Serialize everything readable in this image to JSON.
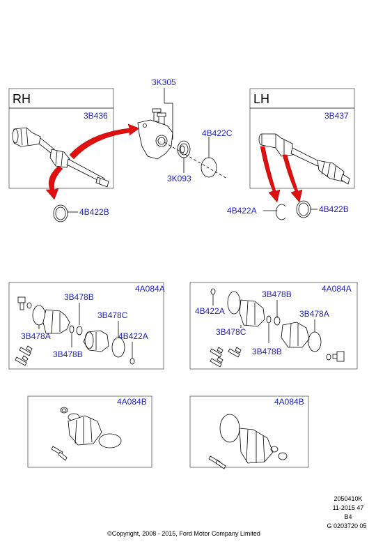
{
  "panels": {
    "rh": {
      "title": "RH",
      "shaft_part": "3B436",
      "ring_part": "4B422B"
    },
    "lh": {
      "title": "LH",
      "shaft_part": "3B437",
      "ring_a_part": "4B422A",
      "ring_b_part": "4B422B"
    },
    "center": {
      "bolt_part": "3K305",
      "bearing_part": "3K093",
      "ring_part": "4B422C"
    },
    "boot_kit_rh": {
      "kit_part": "4A084A",
      "clamp_b_top": "3B478B",
      "clamp_a": "3B478A",
      "clamp_b_bottom": "3B478B",
      "clamp_c": "3B478C",
      "ring_a": "4B422A"
    },
    "boot_kit_lh": {
      "kit_part": "4A084A",
      "ring_a": "4B422A",
      "clamp_b_top": "3B478B",
      "clamp_c": "3B478C",
      "clamp_a": "3B478A",
      "clamp_b_bottom": "3B478B"
    },
    "boot_kit_small_rh": {
      "kit_part": "4A084B"
    },
    "boot_kit_small_lh": {
      "kit_part": "4A084B"
    }
  },
  "footer": {
    "code1": "2050410K",
    "code2": "11-2015 47",
    "code3": "B4",
    "code4": "G 0203720 05",
    "copyright": "©Copyright, 2008 - 2015, Ford Motor Company Limited"
  },
  "colors": {
    "label": "#2020cc",
    "arrow": "#e01010"
  }
}
